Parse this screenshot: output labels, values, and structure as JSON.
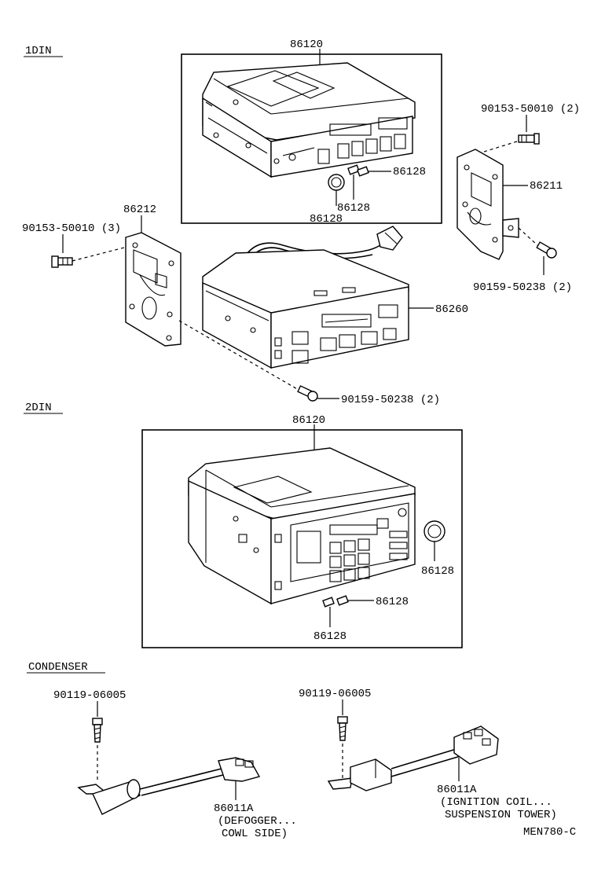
{
  "sections": {
    "din1": "1DIN",
    "din2": "2DIN",
    "condenser": "CONDENSER"
  },
  "labels": {
    "din1_radio": "86120",
    "din1_knob": "86128",
    "din1_btn_a": "86128",
    "din1_btn_b": "86128",
    "bracket_left": "86212",
    "screw_left": "90153-50010 (3)",
    "screw_right": "90153-50010 (2)",
    "bracket_right": "86211",
    "bolt_right": "90159-50238 (2)",
    "player": "86260",
    "bolt_lower": "90159-50238 (2)",
    "din2_radio": "86120",
    "din2_knob": "86128",
    "din2_btn_a": "86128",
    "din2_btn_b": "86128",
    "cond_screw_left": "90119-06005",
    "cond_screw_right": "90119-06005",
    "cond_left_part": "86011A",
    "cond_left_desc1": "(DEFOGGER...",
    "cond_left_desc2": "COWL SIDE)",
    "cond_right_part": "86011A",
    "cond_right_desc1": "(IGNITION COIL...",
    "cond_right_desc2": "SUSPENSION TOWER)",
    "drawing_code": "MEN780-C"
  }
}
